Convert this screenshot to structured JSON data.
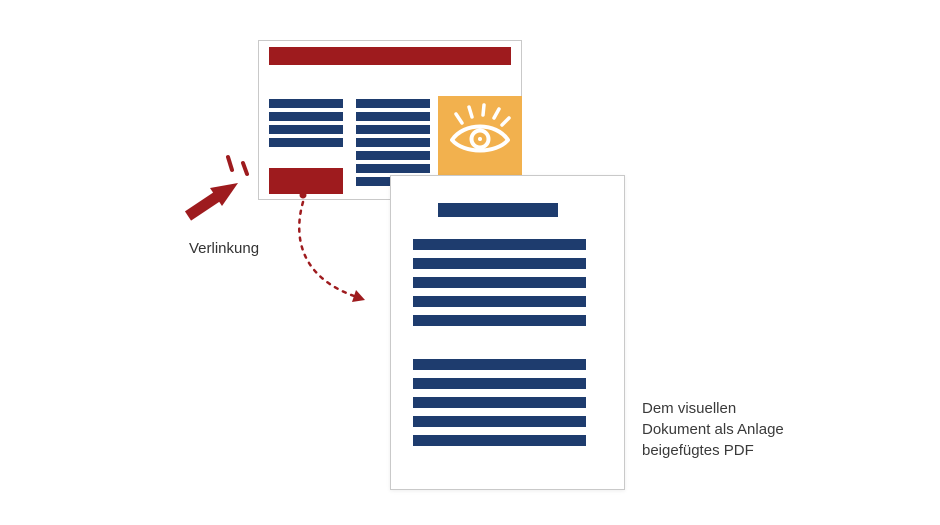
{
  "illustration": {
    "webpage_mockup": {
      "header_bar_color": "#9E1B1E",
      "text_line_color": "#1E3C6E",
      "left_column_line_count": 4,
      "middle_column_line_count": 7,
      "link_block_color": "#9E1B1E",
      "image_tile_color": "#F2B14E",
      "image_tile_icon": "eye-icon"
    },
    "pdf_document": {
      "title_bar_color": "#1E3C6E",
      "paragraph_line_color": "#1E3C6E",
      "paragraph1_line_count": 5,
      "paragraph2_line_count": 5
    },
    "annotations": {
      "link_label": "Verlinkung",
      "pdf_caption_lines": [
        "Dem visuellen",
        "Dokument als Anlage",
        "beigefügtes PDF"
      ],
      "cursor_icon": "cursor-click-icon",
      "connector_icon": "dashed-curved-arrow",
      "connector_color": "#9E1B1E"
    }
  }
}
